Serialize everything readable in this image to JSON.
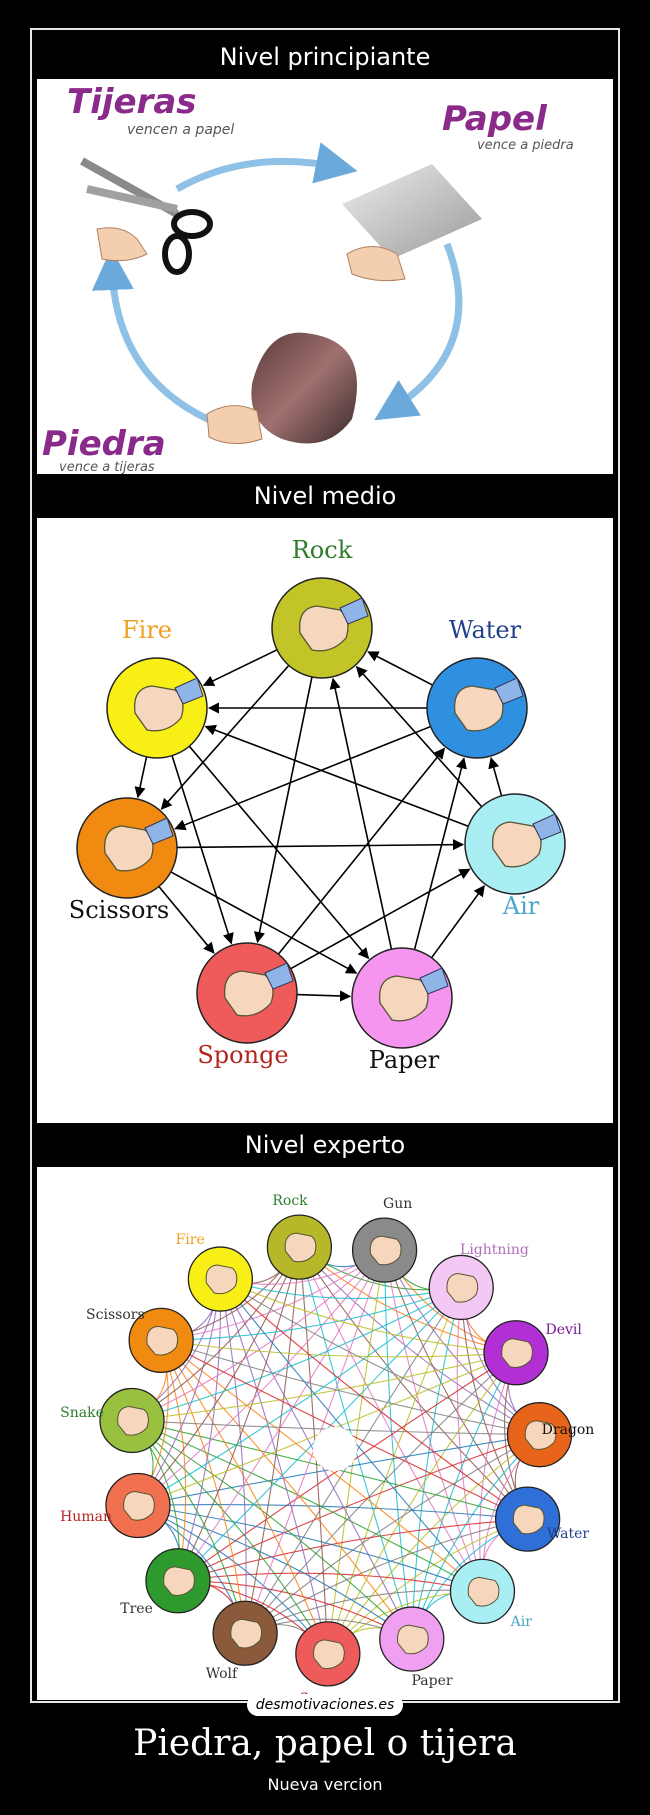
{
  "levels": {
    "beginner": {
      "title": "Nivel principiante",
      "tijeras": {
        "name": "Tijeras",
        "desc": "vencen a papel"
      },
      "papel": {
        "name": "Papel",
        "desc": "vence a piedra"
      },
      "piedra": {
        "name": "Piedra",
        "desc": "vence a tijeras"
      }
    },
    "medium": {
      "title": "Nivel medio",
      "nodes": [
        {
          "name": "Rock",
          "color": "#c3c428",
          "text_color": "#2d7d2d"
        },
        {
          "name": "Water",
          "color": "#2f8fe0",
          "text_color": "#223f8a"
        },
        {
          "name": "Air",
          "color": "#a9eef3",
          "text_color": "#4aa7c9"
        },
        {
          "name": "Paper",
          "color": "#f595f0",
          "text_color": "#111111"
        },
        {
          "name": "Sponge",
          "color": "#ef5b5b",
          "text_color": "#b3261e"
        },
        {
          "name": "Scissors",
          "color": "#f08a10",
          "text_color": "#111111"
        },
        {
          "name": "Fire",
          "color": "#f7ef15",
          "text_color": "#f0a020"
        }
      ]
    },
    "expert": {
      "title": "Nivel experto",
      "nodes": [
        {
          "name": "Rock",
          "color": "#b6b82a",
          "text_color": "#2d7d2d"
        },
        {
          "name": "Gun",
          "color": "#8a8a8a",
          "text_color": "#333333"
        },
        {
          "name": "Lightning",
          "color": "#f4c8f4",
          "text_color": "#b070b8"
        },
        {
          "name": "Devil",
          "color": "#b22fd6",
          "text_color": "#7a1a9a"
        },
        {
          "name": "Dragon",
          "color": "#e8641a",
          "text_color": "#111111"
        },
        {
          "name": "Water",
          "color": "#2f6fd8",
          "text_color": "#223f8a"
        },
        {
          "name": "Air",
          "color": "#a9eef3",
          "text_color": "#4aa7c9"
        },
        {
          "name": "Paper",
          "color": "#f0a0f0",
          "text_color": "#333333"
        },
        {
          "name": "Sponge",
          "color": "#ef5b5b",
          "text_color": "#b3261e"
        },
        {
          "name": "Wolf",
          "color": "#8b5a3a",
          "text_color": "#333333"
        },
        {
          "name": "Tree",
          "color": "#2e9a2e",
          "text_color": "#333333"
        },
        {
          "name": "Human",
          "color": "#f07050",
          "text_color": "#b3261e"
        },
        {
          "name": "Snake",
          "color": "#9ac040",
          "text_color": "#2d7d2d"
        },
        {
          "name": "Scissors",
          "color": "#f08a10",
          "text_color": "#333333"
        },
        {
          "name": "Fire",
          "color": "#f7ef15",
          "text_color": "#f0a020"
        }
      ]
    }
  },
  "watermark": "desmotivaciones.es",
  "caption": {
    "title": "Piedra, papel o tijera",
    "subtitle": "Nueva vercion"
  },
  "colors": {
    "beginner_text": "#8a2a8a",
    "beginner_desc": "#555555",
    "arrow": "#6aa9d9"
  }
}
